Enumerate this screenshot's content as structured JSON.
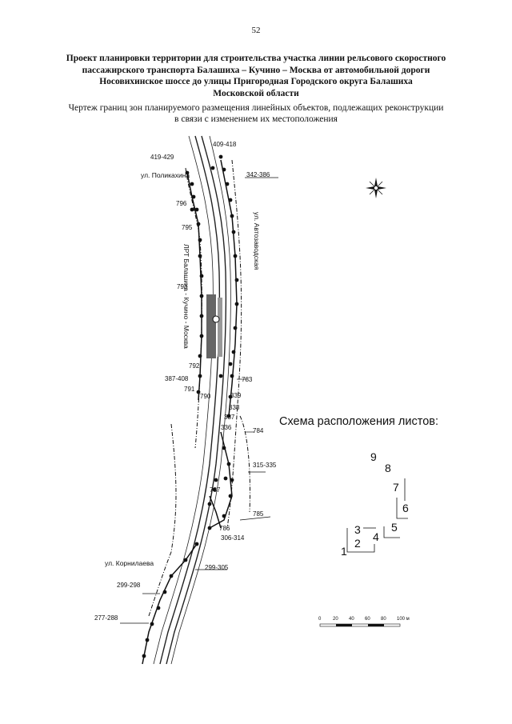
{
  "page_number": "52",
  "title_lines": [
    "Проект планировки территории для строительства участка линии рельсового скоростного",
    "пассажирского транспорта Балашиха – Кучино – Москва от автомобильной дороги",
    "Носовихинское шоссе до улицы Пригородная Городского округа Балашиха",
    "Московской области"
  ],
  "subtitle_lines": [
    "Чертеж границ зон планируемого размещения линейных объектов, подлежащих реконструкции",
    "в связи с изменением их местоположения"
  ],
  "streets": {
    "polikakhina": "ул. Поликахина",
    "avtozavodskaya": "ул. Автозаводская",
    "kornilaeva": "ул. Корнилаева",
    "rail_line": "ЛРТ Балашиха - Кучино - Москва"
  },
  "map_labels": [
    "409-418",
    "419-429",
    "342-386",
    "796",
    "795",
    "793",
    "792",
    "387-408",
    "791",
    "790",
    "783",
    "339",
    "338",
    "337",
    "336",
    "784",
    "315-335",
    "787",
    "786",
    "785",
    "306-314",
    "299-305",
    "299-298",
    "277-288"
  ],
  "scheme": {
    "title": "Схема расположения листов:",
    "sheets": [
      "1",
      "2",
      "3",
      "4",
      "5",
      "6",
      "7",
      "8",
      "9"
    ]
  },
  "scale_bar": {
    "ticks": [
      "0",
      "20",
      "40",
      "60",
      "80",
      "100 м"
    ]
  },
  "colors": {
    "ink": "#111111",
    "rail": "#222222"
  }
}
